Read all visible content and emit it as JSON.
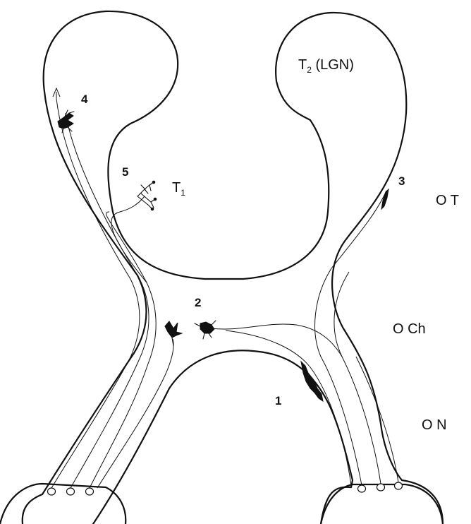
{
  "labels": {
    "t2": {
      "letter": "T",
      "subscript": "2",
      "rest": " (LGN)"
    },
    "t1": {
      "letter": "T",
      "subscript": "1"
    },
    "ot": "O T",
    "och": "O Ch",
    "on": "O N"
  },
  "numbers": [
    "1",
    "2",
    "3",
    "4",
    "5"
  ],
  "colors": {
    "ink": "#111111",
    "background": "#ffffff"
  }
}
